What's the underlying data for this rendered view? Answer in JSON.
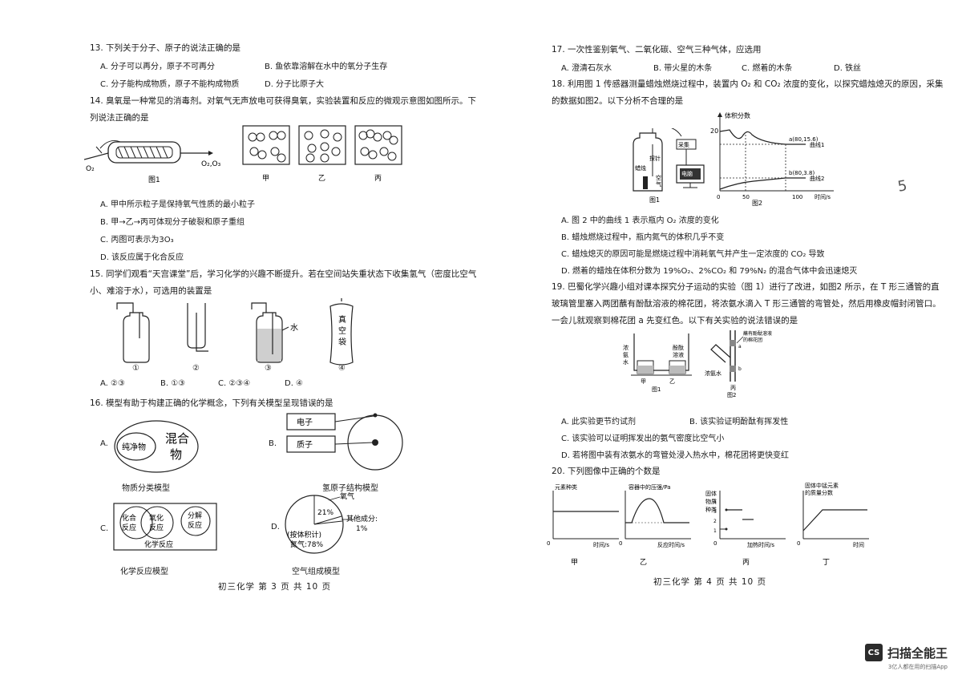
{
  "left": {
    "q13": {
      "stem": "13. 下列关于分子、原子的说法正确的是",
      "A": "A. 分子可以再分，原子不可再分",
      "B": "B. 鱼依靠溶解在水中的氧分子生存",
      "C": "C. 分子能构成物质，原子不能构成物质",
      "D": "D. 分子比原子大"
    },
    "q14": {
      "stem1": "14. 臭氧是一种常见的消毒剂。对氧气无声放电可获得臭氧，实验装置和反应的微观示意图如图所示。下",
      "stem2": "列说法正确的是",
      "fig_in": "O₂",
      "fig_out": "O₂,O₃",
      "fig_label": "图1",
      "box_labels": [
        "甲",
        "乙",
        "丙"
      ],
      "A": "A. 甲中所示粒子是保持氧气性质的最小粒子",
      "B": "B. 甲→乙→丙可体现分子破裂和原子重组",
      "C": "C. 丙图可表示为3O₃",
      "D": "D. 该反应属于化合反应"
    },
    "q15": {
      "stem1": "15. 同学们观看“天宫课堂”后，学习化学的兴趣不断提升。若在空间站失重状态下收集氢气（密度比空气",
      "stem2": "小、难溶于水），可选用的装置是",
      "water": "水",
      "bag1": "真",
      "bag2": "空",
      "bag3": "袋",
      "labels": [
        "①",
        "②",
        "③",
        "④"
      ],
      "A": "A. ②③",
      "B": "B. ①③",
      "C": "C. ②③④",
      "D": "D. ④"
    },
    "q16": {
      "stem": "16. 模型有助于构建正确的化学概念，下列有关模型呈现错误的是",
      "A_letter": "A.",
      "A_inner": "纯净物",
      "A_outer1": "混合",
      "A_outer2": "物",
      "A_caption": "物质分类模型",
      "B_letter": "B.",
      "B_electron": "电子",
      "B_proton": "质子",
      "B_caption": "氢原子结构模型",
      "C_letter": "C.",
      "C_c1a": "化合",
      "C_c1b": "反应",
      "C_c2a": "氧化",
      "C_c2b": "反应",
      "C_c3a": "分解",
      "C_c3b": "反应",
      "C_box": "化学反应",
      "C_caption": "化学反应模型",
      "D_letter": "D.",
      "D_o2": "氧气",
      "D_21": "21%",
      "D_other1": "其他成分:",
      "D_other2": "1%",
      "D_bv": "(按体积计)",
      "D_n2": "氮气:78%",
      "D_caption": "空气组成模型"
    },
    "footer": "初三化学  第 3 页   共 10 页"
  },
  "right": {
    "q17": {
      "stem": "17. 一次性鉴别氧气、二氧化碳、空气三种气体，应选用",
      "A": "A. 澄清石灰水",
      "B": "B. 带火星的木条",
      "C": "C. 燃着的木条",
      "D": "D. 铁丝"
    },
    "q18": {
      "stem1": "18. 利用图 1 传感器测量蜡烛燃烧过程中，装置内 O₂ 和 CO₂ 浓度的变化，以探究蜡烛熄灭的原因，采集",
      "stem2": "的数据如图2。以下分析不合理的是",
      "fig_sensor": "探针",
      "fig_candle": "蜡烛",
      "fig_air1": "空",
      "fig_air2": "气",
      "fig_collector": "采集",
      "fig_computer": "电脑",
      "fig1": "图1",
      "fig2": "图2",
      "yaxis": "体积分数",
      "y20": "20",
      "pointA": "a(80,15.6)",
      "pointB": "b(80,3.8)",
      "curve1": "曲线1",
      "curve2": "曲线2",
      "x0": "0",
      "x50": "50",
      "x100": "100",
      "xaxis": "时间/s",
      "A": "A. 图 2 中的曲线 1 表示瓶内 O₂ 浓度的变化",
      "B": "B. 蜡烛燃烧过程中，瓶内氮气的体积几乎不变",
      "C": "C. 蜡烛熄灭的原因可能是燃烧过程中消耗氧气并产生一定浓度的 CO₂ 导致",
      "D": "D. 燃着的蜡烛在体积分数为 19%O₂、2%CO₂ 和 79%N₂ 的混合气体中会迅速熄灭"
    },
    "q19": {
      "stem1": "19. 巴蜀化学兴趣小组对课本探究分子运动的实验（图 1）进行了改进，如图2 所示，在 T 形三通管的直",
      "stem2": "玻璃管里塞入两团蘸有酚酞溶液的棉花团，将浓氨水滴入 T 形三通管的弯管处，然后用橡皮帽封闭管口。",
      "stem3": "一会儿就观察到棉花团 a 先变红色。以下有关实验的说法错误的是",
      "fig_nh3_1": "浓",
      "fig_nh3_2": "氨",
      "fig_nh3_3": "水",
      "fig_phen1": "酚酞",
      "fig_phen2": "溶液",
      "fig_cotton1": "蘸有酚酞溶液",
      "fig_cotton2": "的棉花团",
      "fig_nh3_full": "浓氨水",
      "fig_a": "a",
      "fig_b": "b",
      "fig_jia": "甲",
      "fig_yi": "乙",
      "fig_fig1": "图1",
      "fig_bing": "丙",
      "fig_fig2": "图2",
      "A": "A. 此实验更节约试剂",
      "B": "B. 该实验证明酚酞有挥发性",
      "C": "C. 该实验可以证明挥发出的氨气密度比空气小",
      "D": "D. 若将图中装有浓氨水的弯管处浸入热水中，棉花团将更快变红"
    },
    "q20": {
      "stem": "20. 下列图像中正确的个数是",
      "g1_y": "元素种类",
      "g1_x": "时间/s",
      "g1_o": "0",
      "g2_y": "容器中的压强/Pa",
      "g2_x": "反应时间/s",
      "g2_o": "0",
      "g3_y1": "固体",
      "g3_y2": "物质",
      "g3_y3": "种类",
      "g3_4": "4",
      "g3_3": "3",
      "g3_2": "2",
      "g3_1": "1",
      "g3_x": "加热时间/s",
      "g3_o": "0",
      "g4_y1": "固体中锰元素",
      "g4_y2": "的质量分数",
      "g4_x": "时间",
      "g4_o": "0",
      "labels": [
        "甲",
        "乙",
        "丙",
        "丁"
      ]
    },
    "footer": "初三化学  第 4 页   共 10 页"
  },
  "watermark": {
    "logo": "CS",
    "name": "扫描全能王",
    "slogan": "3亿人都在用的扫描App"
  },
  "margin_mark": "5"
}
